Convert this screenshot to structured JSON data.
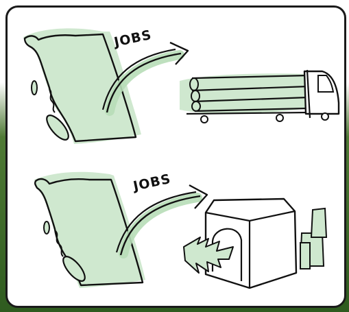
{
  "panels": [
    {
      "label": "JOBS",
      "destination": "log-truck"
    },
    {
      "label": "JOBS",
      "destination": "factory"
    }
  ],
  "colors": {
    "fill_green": "#cfe8cf",
    "line": "#111111",
    "background_green": "#2f5b1f"
  }
}
